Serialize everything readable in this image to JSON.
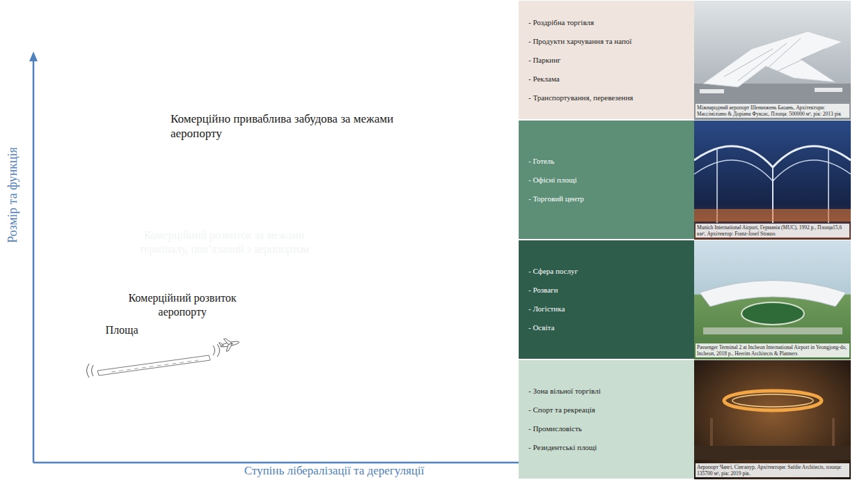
{
  "diagram": {
    "nodes": [
      {
        "text": [
          "Комерційно приваблива забудова за межами аеропорту"
        ]
      },
      {
        "text": [
          "Комерційний розвиток за межами терміналу, пов’язаний з аеропортом"
        ],
        "in": 0
      },
      {
        "text": [
          "Комерційний розвиток аеропорту"
        ],
        "in": 1
      },
      {
        "text": [
          "Площа"
        ],
        "in": 2
      },
      {
        "text": [
          "- Роздрібна торгівля",
          "- Продукти харчування та напої",
          "- Паркинг",
          "- Реклама",
          "- Транспортування, перевезення"
        ]
      },
      {
        "text": [
          "- Готель",
          "- Офісні площі",
          "- Торговий центр"
        ]
      },
      {
        "text": [
          "- Сфера послуг",
          "- Розваги",
          "- Логістика",
          "- Освіта"
        ]
      },
      {
        "text": [
          "- Зона вільної торгівлі",
          "- Спорт та рекреація",
          "- Промисловість",
          "- Резидентські площі"
        ]
      }
    ],
    "labels": [
      "Розмір та функція",
      "Ступінь лібералізації та дерегуляції",
      "Міжнародний аеропорт Шеньчжень Баоань, Архітектори: Массіміліано & Доріана Фуксас, Площа: 500000 м², рік: 2013 рік",
      "Munich International Airport, Германія (MUC), 1992 р., Площа15,6 км², Архітектор: Franz-Josef Strauss",
      "Passenger Terminal 2 at Incheon International Airport in Yeongjong-do, Incheon, 2018 р., Heerim Architects & Planners",
      "Аеропорт Чангі, Сінгапур, Архітектори: Safdie Architects, площа: 135700 м², рік: 2019 рік."
    ]
  }
}
